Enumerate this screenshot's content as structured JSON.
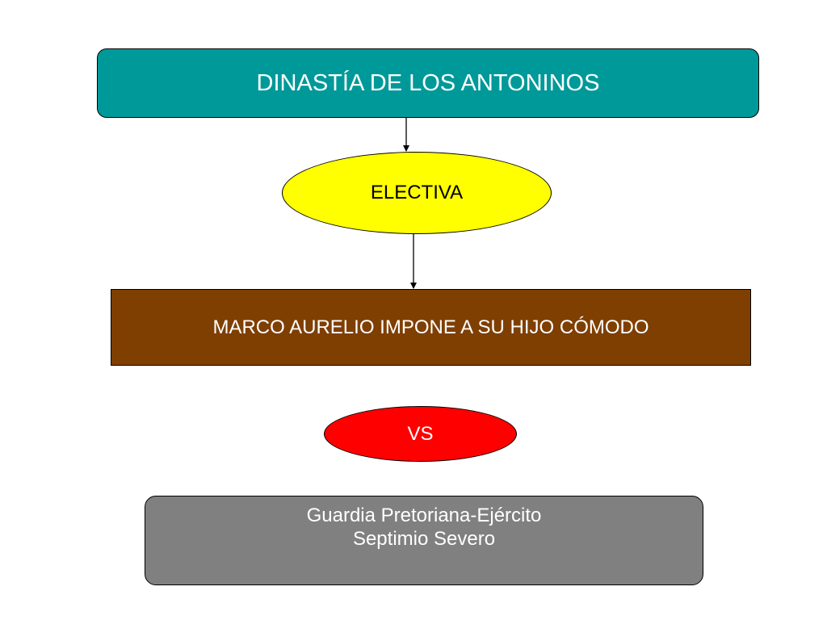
{
  "diagram": {
    "title": "DINASTÍA DE LOS ANTONINOS",
    "electiva": "ELECTIVA",
    "marco": "MARCO AURELIO IMPONE A SU HIJO CÓMODO",
    "vs": "VS",
    "guardia_line1": "Guardia Pretoriana-Ejército",
    "guardia_line2": "Septimio Severo"
  },
  "colors": {
    "title_fill": "#009999",
    "electiva_fill": "#ffff00",
    "marco_fill": "#7f3f00",
    "vs_fill": "#ff0000",
    "guardia_fill": "#808080"
  }
}
